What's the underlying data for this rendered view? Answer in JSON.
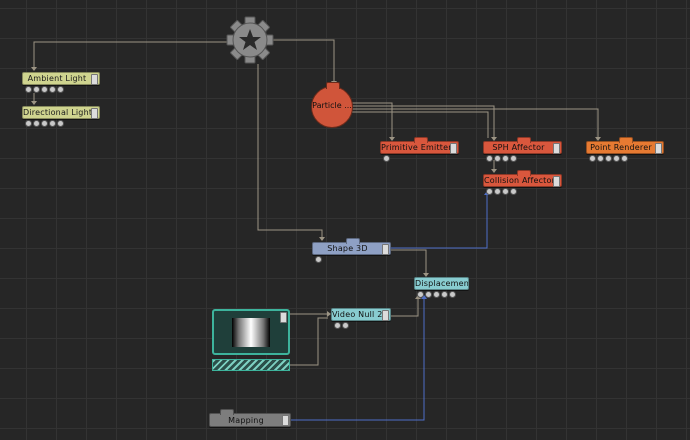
{
  "colors": {
    "background": "#262626",
    "grid": "#333333",
    "wire": "#9c9484",
    "wire_blue": "#4f6fc8",
    "light_node": "#cfd48f",
    "particle_node": "#d0553a",
    "emitter_node": "#d9573d",
    "renderer_node": "#e67a32",
    "shape_node": "#8ea0c4",
    "effect_node": "#88ccd0",
    "mapping_node": "#7d7d7d",
    "video_accent": "#3db39c"
  },
  "root": {
    "icon": "root-gear-icon"
  },
  "nodes": {
    "ambient_light": "Ambient  Light",
    "directional_light": "Directional  Light",
    "particle": "Particle  ...",
    "primitive_emitter": "Primitive  Emitter",
    "sph_affector": "SPH  Affector",
    "point_renderer": "Point  Renderer",
    "collision_affector": "Collision  Affector",
    "shape_3d": "Shape  3D",
    "displacement": "Displacemen...",
    "video_null": "Video  Null  2...",
    "mapping": "Mapping"
  }
}
